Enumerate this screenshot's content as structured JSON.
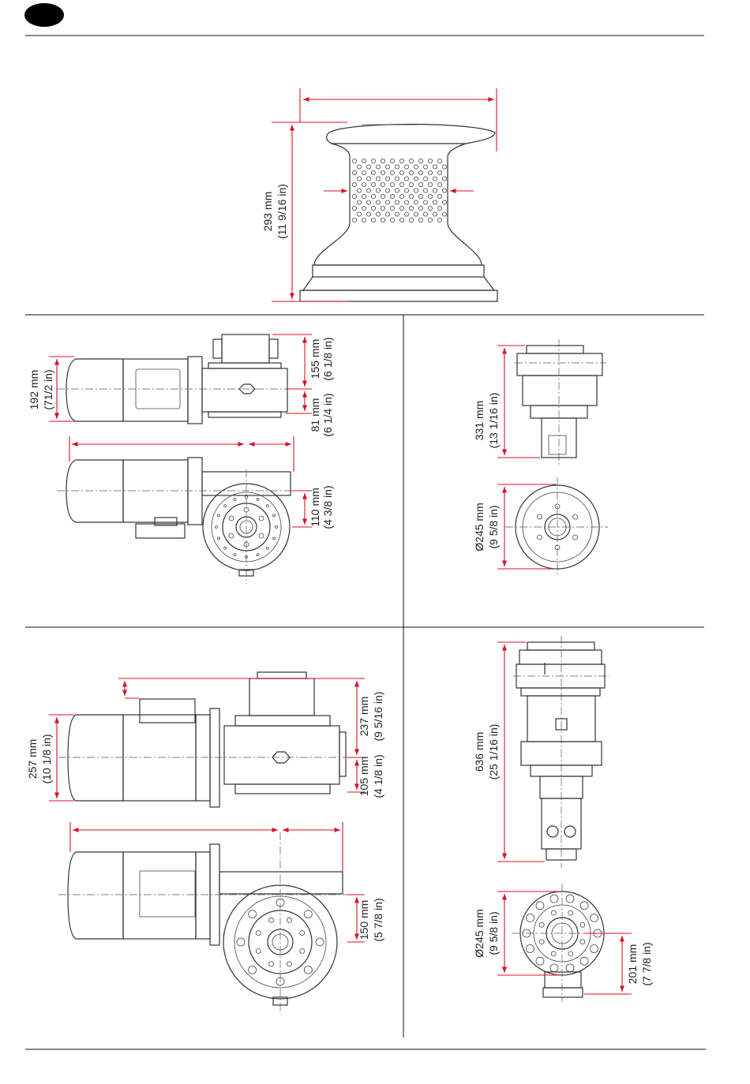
{
  "colors": {
    "dimension": "#d8102a",
    "outline": "#333333",
    "background": "#ffffff",
    "badge": "#000000"
  },
  "dims": {
    "capstan_height_mm": "293 mm",
    "capstan_height_in": "(11 9/16 in)",
    "m1_height_mm": "192 mm",
    "m1_height_in": "(71/2 in)",
    "m1_upper_mm": "155 mm",
    "m1_upper_in": "(6 1/8 in)",
    "m1_lower_mm": "81 mm",
    "m1_lower_in": "(6 1/4 in)",
    "m1_side_mm": "110 mm",
    "m1_side_in": "(4 3/8 in)",
    "g1_height_mm": "331 mm",
    "g1_height_in": "(13 1/16 in)",
    "g1_diam_mm": "Ø245 mm",
    "g1_diam_in": "(9 5/8 in)",
    "m2_height_mm": "257 mm",
    "m2_height_in": "(10 1/8 in)",
    "m2_upper_mm": "237 mm",
    "m2_upper_in": "(9 5/16 in)",
    "m2_lower_mm": "105 mm",
    "m2_lower_in": "(4 1/8 in)",
    "m2_side_mm": "150 mm",
    "m2_side_in": "(5 7/8 in)",
    "g2_height_mm": "636 mm",
    "g2_height_in": "(25 1/16 in)",
    "g2_diam_mm": "Ø245 mm",
    "g2_diam_in": "(9 5/8 in)",
    "g2_offset_mm": "201 mm",
    "g2_offset_in": "(7 7/8 in)"
  }
}
